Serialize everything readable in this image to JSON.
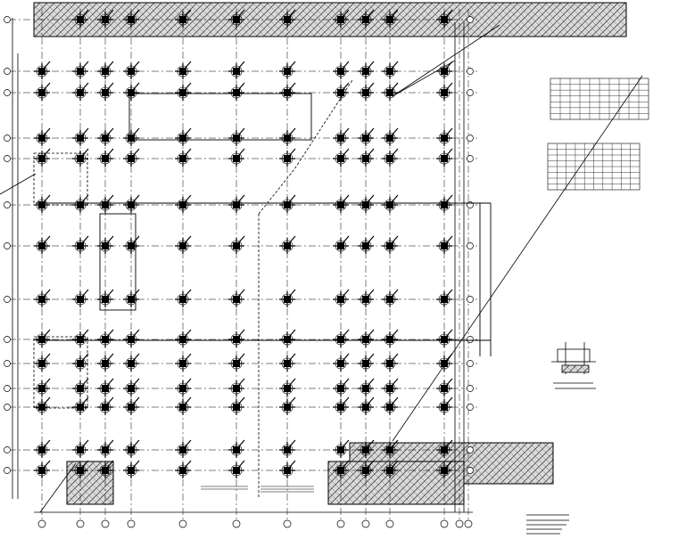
{
  "drawing": {
    "kind": "structural foundation plan (CAD line drawing)",
    "grid": {
      "vertical_axes": 14,
      "horizontal_axes": 15
    },
    "colors": {
      "ink": "#000000",
      "background": "#ffffff",
      "hatch_fill": "#cfcfcf"
    },
    "text": {
      "note_top_right": "",
      "center_label": "",
      "room_label": "",
      "table1_title": "",
      "table2_title": "",
      "detail_caption": "",
      "bottom_note_1": "",
      "bottom_note_2": "",
      "title_block": ""
    }
  }
}
